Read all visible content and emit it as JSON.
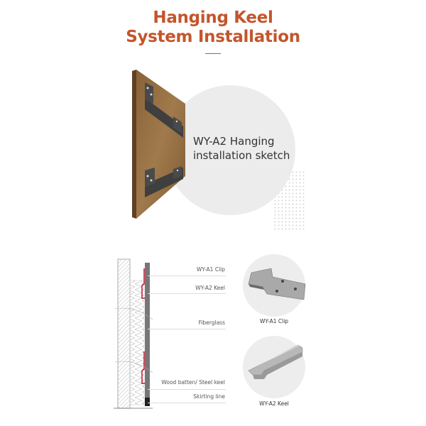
{
  "header": {
    "title_line1": "Hanging Keel",
    "title_line2": "System Installation",
    "accent_color": "#c4552b"
  },
  "hero": {
    "caption_line1": "WY-A2 Hanging",
    "caption_line2": "installation sketch",
    "image": "wood-panel-with-hanging-keels"
  },
  "diagram": {
    "labels": [
      {
        "id": "clip",
        "text": "WY-A1 Clip"
      },
      {
        "id": "keel",
        "text": "WY-A2 Keel"
      },
      {
        "id": "fiberglass",
        "text": "Fiberglass"
      },
      {
        "id": "batten",
        "text": "Wood batten/ Steel keel"
      },
      {
        "id": "skirting",
        "text": "Skirting line"
      }
    ]
  },
  "products": [
    {
      "name": "WY-A1 Clip",
      "icon": "clip-part-icon"
    },
    {
      "name": "WY-A2 Keel",
      "icon": "keel-rail-icon"
    }
  ]
}
